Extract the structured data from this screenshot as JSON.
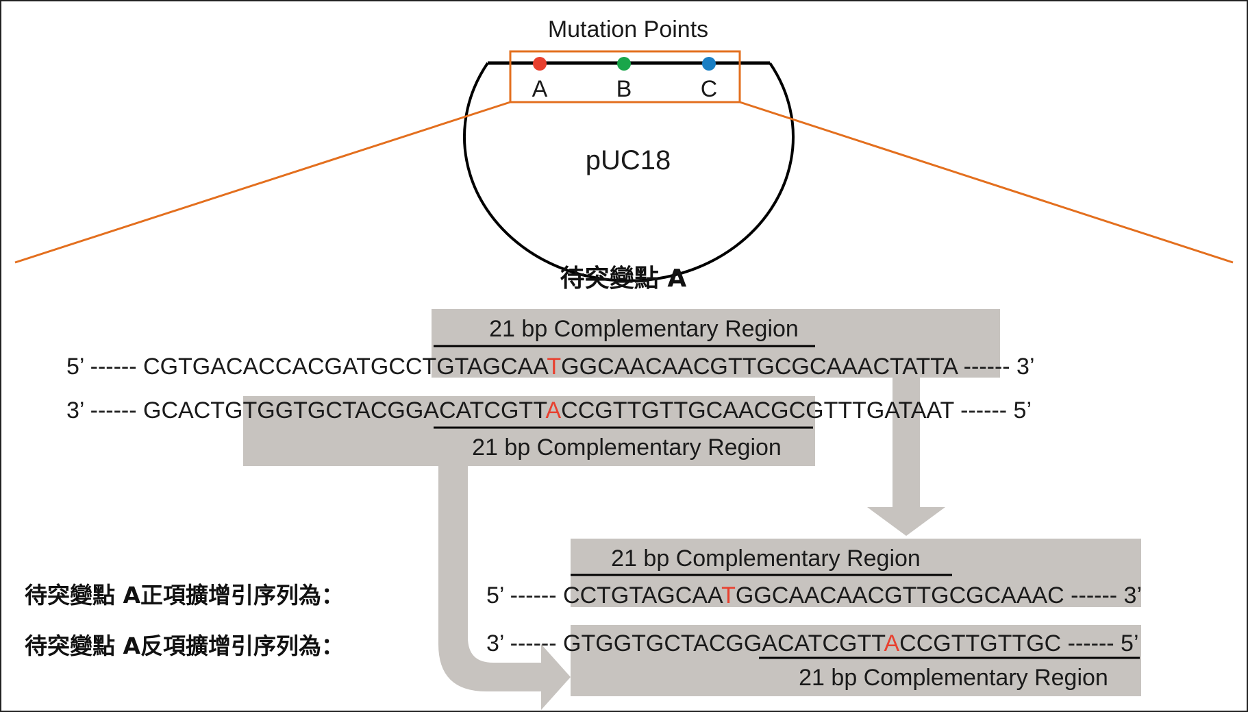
{
  "colors": {
    "highlight_box": "#c7c3bf",
    "mutation": "#e8402f",
    "orange": "#e36f1e",
    "point_a": "#e8402f",
    "point_b": "#1aa64a",
    "point_c": "#1a7fc4"
  },
  "plasmid": {
    "title": "Mutation Points",
    "name": "pUC18",
    "points": [
      {
        "label": "A",
        "color": "#e8402f"
      },
      {
        "label": "B",
        "color": "#1aa64a"
      },
      {
        "label": "C",
        "color": "#1a7fc4"
      }
    ]
  },
  "site_title": "待突變點 A",
  "region_label": "21 bp Complementary Region",
  "upper": {
    "top_strand": {
      "start": "5’ ------ ",
      "pre": "CGTGACACCACGATG",
      "primer_pre": "CCTGTAGCAA",
      "mut": "T",
      "primer_post": "GGCAACAACGTTGCGCAAAC",
      "post": "TATTA",
      "end": " ------ 3’"
    },
    "bottom_strand": {
      "start": "3’ ------ ",
      "pre": "GCACT",
      "primer_pre": "GTGGTGCTACGGACATCGTT",
      "mut": "A",
      "primer_post": "CCGTTGTTGC",
      "post": "AACGCGTTTGATAAT",
      "end": " ------ 5’"
    }
  },
  "forward_primer": {
    "caption": "待突變點 A正項擴增引序列為：",
    "start": "5’ ------ ",
    "pre": "CCTGTAGCAA",
    "mut": "T",
    "post": "GGCAACAACGTTGCGCAAAC",
    "end": " ------ 3’"
  },
  "reverse_primer": {
    "caption": "待突變點 A反項擴增引序列為：",
    "start": "3’ ------ ",
    "pre": "GTGGTGCTACGGACATCGTT",
    "mut": "A",
    "post": "CCGTTGTTGC",
    "end": " ------ 5’"
  }
}
